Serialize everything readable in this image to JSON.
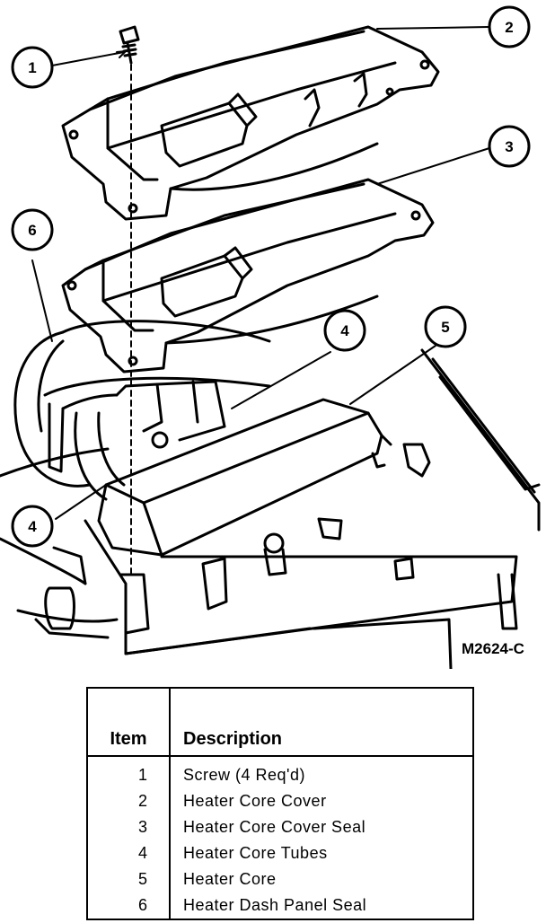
{
  "callouts": [
    "1",
    "2",
    "3",
    "4",
    "5",
    "6"
  ],
  "figure_code": "M2624-C",
  "table": {
    "headers": {
      "item": "Item",
      "description": "Description"
    },
    "rows": [
      {
        "item": "1",
        "description": "Screw (4 Req'd)"
      },
      {
        "item": "2",
        "description": "Heater Core Cover"
      },
      {
        "item": "3",
        "description": "Heater Core Cover Seal"
      },
      {
        "item": "4",
        "description": "Heater Core Tubes"
      },
      {
        "item": "5",
        "description": "Heater Core"
      },
      {
        "item": "6",
        "description": "Heater Dash Panel Seal"
      }
    ]
  }
}
